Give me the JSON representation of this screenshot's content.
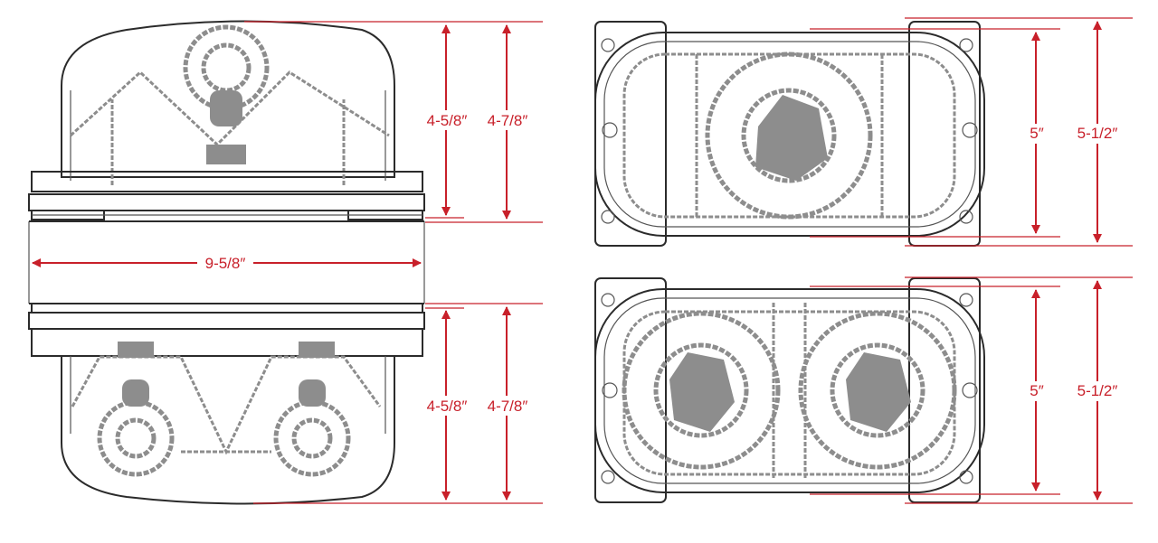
{
  "colors": {
    "dimension": "#c8202a",
    "outline": "#2b2b2b",
    "part": "#8d8d8d"
  },
  "dimensions": {
    "width": "9-5/8″",
    "top_lamp_inner_height": "4-5/8″",
    "top_lamp_outer_height": "4-7/8″",
    "bottom_lamp_inner_height": "4-5/8″",
    "bottom_lamp_outer_height": "4-7/8″",
    "single_lamp_inner_height": "5″",
    "single_lamp_outer_height": "5-1/2″",
    "dual_lamp_inner_height": "5″",
    "dual_lamp_outer_height": "5-1/2″"
  }
}
